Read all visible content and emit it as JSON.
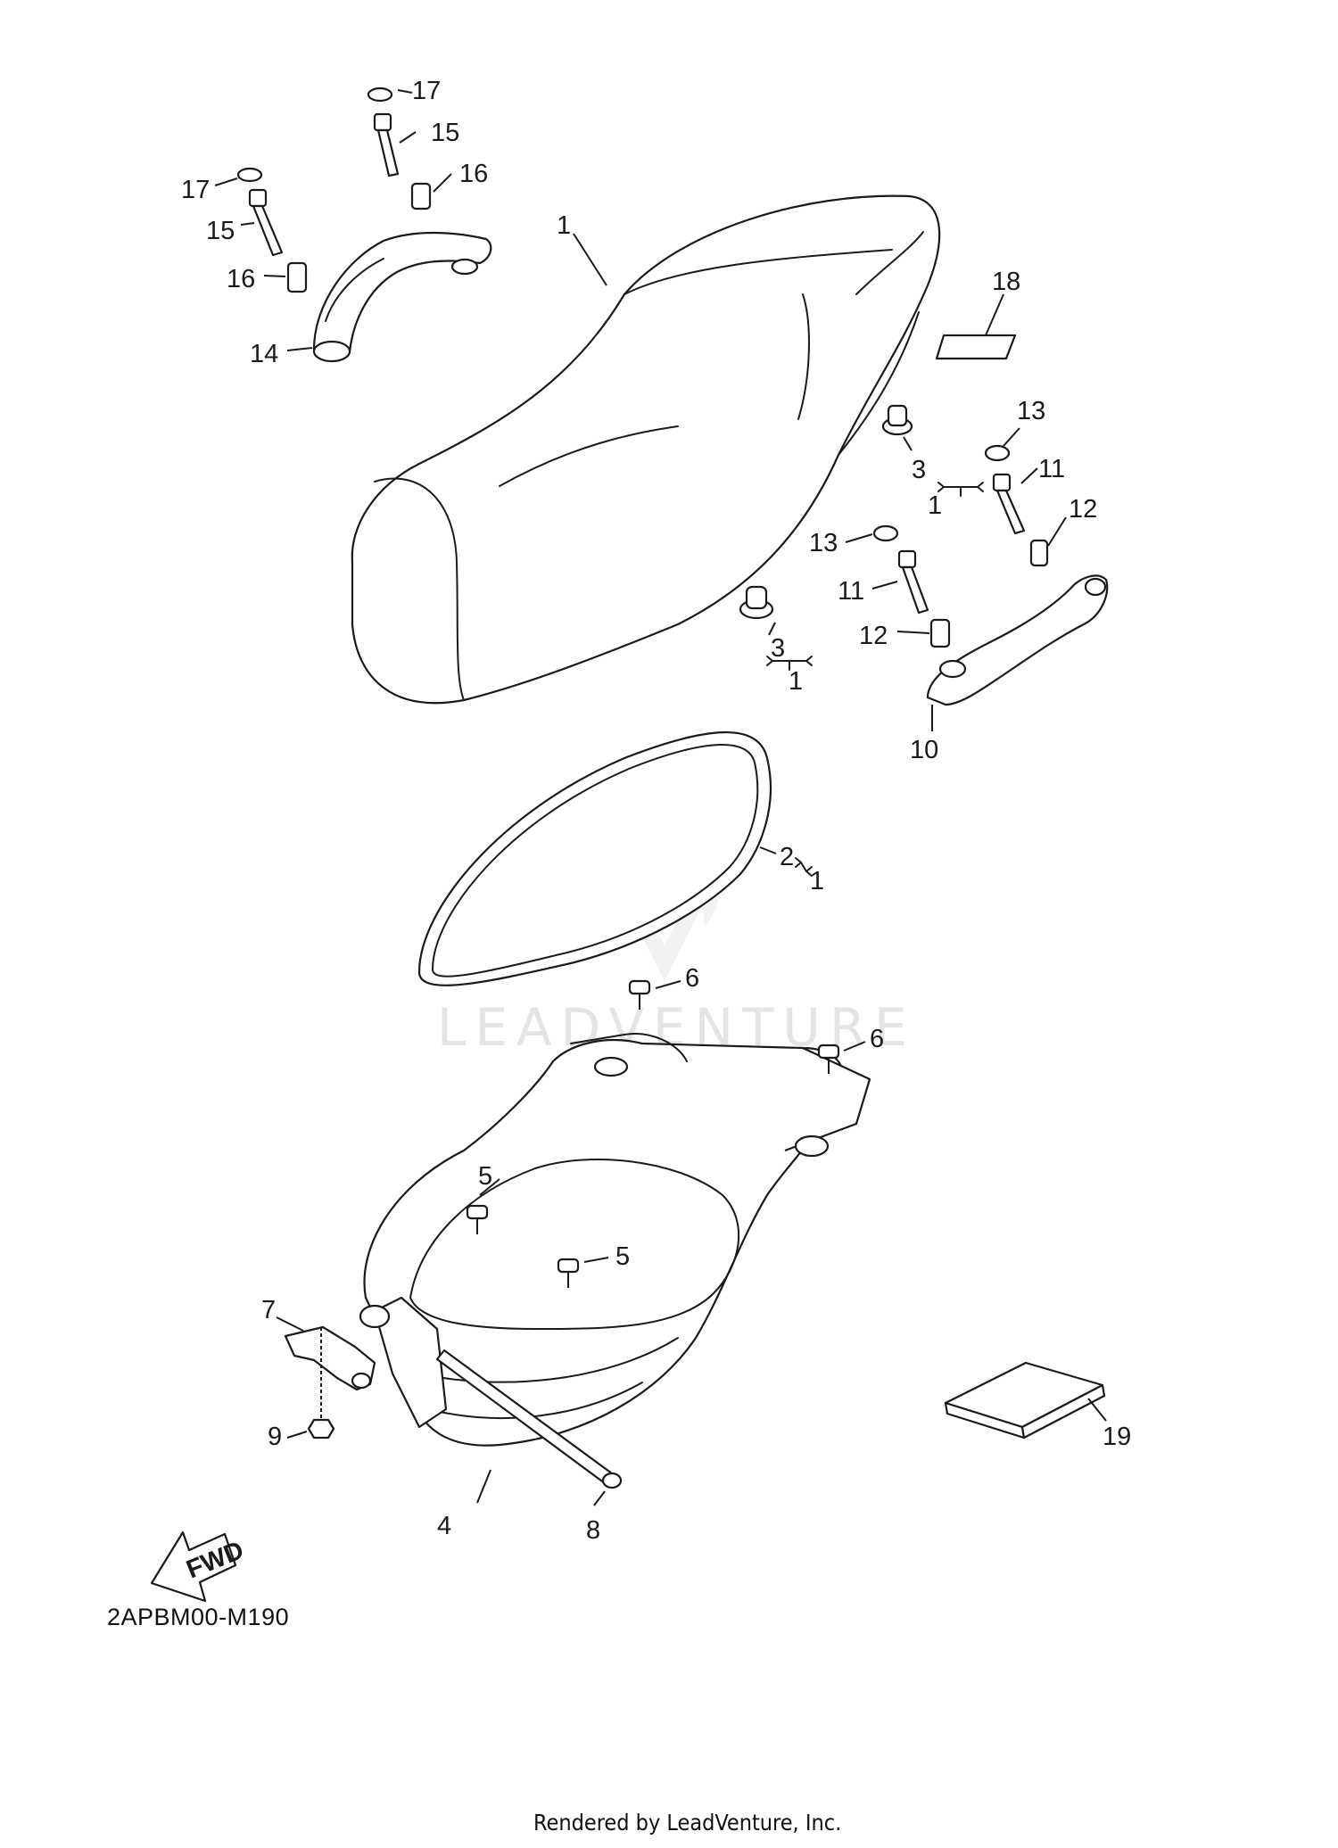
{
  "diagram": {
    "code": "2APBM00-M190",
    "footer": "Rendered by LeadVenture, Inc.",
    "watermark": "LEADVENTURE",
    "fwd_label": "FWD",
    "callouts": {
      "c1_seat": "1",
      "c2_gasket": "2",
      "c2_bracket": "1",
      "c3_a": "3",
      "c3_a_bracket": "1",
      "c3_b": "3",
      "c3_b_bracket": "1",
      "c4": "4",
      "c5_a": "5",
      "c5_b": "5",
      "c6_a": "6",
      "c6_b": "6",
      "c7": "7",
      "c8": "8",
      "c9": "9",
      "c10": "10",
      "c11_a": "11",
      "c11_b": "11",
      "c12_a": "12",
      "c12_b": "12",
      "c13_a": "13",
      "c13_b": "13",
      "c14": "14",
      "c15_a": "15",
      "c15_b": "15",
      "c16_a": "16",
      "c16_b": "16",
      "c17_a": "17",
      "c17_b": "17",
      "c18": "18",
      "c19": "19"
    }
  }
}
